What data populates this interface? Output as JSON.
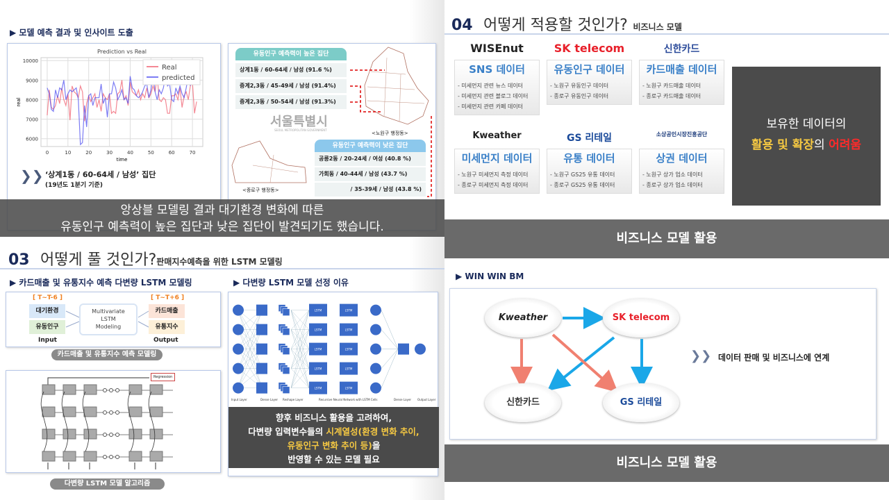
{
  "q1": {
    "subtitle": "모델 예측 결과 및 인사이트 도출",
    "insight_title": "‘상계1동 / 60-64세 / 남성’ 집단",
    "insight_sub": "(19년도 1분기 기준)",
    "map": {
      "high_title": "유동인구 예측력이 높은 집단",
      "high_rows": [
        "상계1동 / 60-64세 / 남성 (91.6 %)",
        "중계2,3동 / 45-49세 / 남성 (91.4%)",
        "중계2,3동 / 50-54세 / 남성 (91.3%)"
      ],
      "low_title": "유동인구 예측력이 낮은 집단",
      "low_rows": [
        "공릉2동 / 20-24세 / 여성 (40.8 %)",
        "가회동 / 40-44세 / 남성 (43.7 %)",
        "/ 35-39세 / 남성 (43.8 %)"
      ],
      "seoul_logo": "서울특별시",
      "seoul_logo_en": "SEOUL METROPOLITAN GOVERNMENT",
      "nowon_label": "<노원구 행정동>",
      "jongno_label": "<종로구 행정동>"
    },
    "caption_line1": "앙상블 모델링 결과 대기환경 변화에 따른",
    "caption_line2": "유동인구 예측력이 높은 집단과 낮은 집단이 발견되기도 했습니다."
  },
  "chart_data": {
    "type": "line",
    "title": "Prediction vs Real",
    "xlabel": "time",
    "ylabel": "real",
    "xlim": [
      -3,
      75
    ],
    "ylim": [
      5600,
      10150
    ],
    "xticks": [
      0,
      10,
      20,
      30,
      40,
      50,
      60,
      70
    ],
    "yticks": [
      6000,
      7000,
      8000,
      9000,
      10000
    ],
    "grid": true,
    "legend": "top-right",
    "series": [
      {
        "name": "Real",
        "color": "#f06070",
        "values": [
          7200,
          8500,
          7600,
          7500,
          7700,
          8200,
          7800,
          8600,
          8000,
          7700,
          8300,
          6950,
          8700,
          8400,
          8300,
          8100,
          8700,
          8400,
          6900,
          7800,
          8200,
          7900,
          8100,
          8300,
          7600,
          8000,
          7400,
          8300,
          8100,
          8000,
          8300,
          7300,
          7400,
          7300,
          8300,
          8400,
          9000,
          8000,
          8200,
          7700,
          8900,
          8400,
          8300,
          8200,
          8500,
          8000,
          8300,
          8100,
          8600,
          8100,
          8300,
          8700,
          8400,
          9200,
          8000,
          7900,
          8100,
          8000,
          7300,
          7300,
          8200,
          8200,
          8300,
          8000,
          8600,
          7600,
          8200,
          8400,
          8000,
          8700,
          8900,
          7300,
          7900
        ]
      },
      {
        "name": "predicted",
        "color": "#5050f0",
        "values": [
          8600,
          8300,
          7500,
          7400,
          8500,
          8100,
          8600,
          8500,
          9000,
          8000,
          8300,
          8500,
          8400,
          8500,
          8600,
          8000,
          5700,
          5800,
          7700,
          6600,
          8200,
          8300,
          7700,
          8100,
          8100,
          8100,
          8800,
          7800,
          8100,
          7100,
          8300,
          8300,
          8900,
          8600,
          8000,
          8200,
          8500,
          8000,
          8100,
          7800,
          9200,
          8600,
          8500,
          8200,
          8100,
          8200,
          8400,
          8700,
          8800,
          8100,
          8500,
          9400,
          8400,
          8000,
          8500,
          8300,
          8600,
          9200,
          8700,
          8800,
          8000,
          7900,
          8600,
          8300,
          8700,
          8300,
          8100,
          8600,
          9200,
          8700
        ]
      }
    ]
  },
  "q3": {
    "section_num": "03",
    "section_title": "어떻게 풀 것인가?",
    "section_sub": "판매지수예측을 위한 LSTM 모델링",
    "left_subtitle": "카드매출 및 유통지수 예측 다변량 LSTM 모델링",
    "in_range": "[ T~T-6 ]",
    "out_range": "[ T~T+6 ]",
    "inputs": [
      "대기환경",
      "유동인구"
    ],
    "outputs": [
      "카드매출",
      "유통지수"
    ],
    "model": [
      "Multivariate",
      "LSTM",
      "Modeling"
    ],
    "input_label": "Input",
    "output_label": "Output",
    "pill1": "카드매출 및 유통지수 예측 모델링",
    "regression": "Regression",
    "pill2": "다변량 LSTM 모델 알고리즘",
    "right_subtitle": "다변량 LSTM 모델 선정 이유",
    "nn_layers": [
      "Input Layer",
      "Dense Layer",
      "Reshape Layer",
      "Recursive Neural Network with LSTM Cells",
      "Dense Layer",
      "Output Layer"
    ],
    "nn_cell": "LSTM",
    "reason_l1": "향후 비즈니스 활용을 고려하여,",
    "reason_l2a": "다변량 입력변수들의 ",
    "reason_l2b": "시계열성(환경 변화 추이,",
    "reason_l3a": "유동인구 변화 추이 등)",
    "reason_l3b": "을",
    "reason_l4": "반영할 수 있는 모델 필요"
  },
  "q2": {
    "section_num": "04",
    "section_title": "어떻게 적용할 것인가?",
    "section_sub": "비즈니스 모델",
    "cards": [
      {
        "logo": "WISEnut",
        "title": "SNS 데이터",
        "items": [
          "- 미세먼지 관련 뉴스 데이터",
          "- 미세먼지 관련 블로그 데이터",
          "- 미세먼지 관련 카페 데이터"
        ]
      },
      {
        "logo": "SK telecom",
        "title": "유동인구 데이터",
        "items": [
          "- 노원구 유동인구 데이터",
          "- 종로구 유동인구 데이터"
        ]
      },
      {
        "logo": "신한카드",
        "title": "카드매출 데이터",
        "items": [
          "- 노원구 카드매출 데이터",
          "- 종로구 카드매출 데이터"
        ]
      },
      {
        "logo": "Kweather",
        "title": "미세먼지 데이터",
        "items": [
          "- 노원구 미세먼지 측정 데이터",
          "- 종로구 미세먼지 측정 데이터"
        ]
      },
      {
        "logo": "GS 리테일",
        "title": "유통 데이터",
        "items": [
          "- 노원구 GS25 유통 데이터",
          "- 종로구 GS25 유통 데이터"
        ]
      },
      {
        "logo": "소상공인시장진흥공단",
        "title": "상권 데이터",
        "items": [
          "- 노원구 상가 업소 데이터",
          "- 종로구 상가 업소 데이터"
        ]
      }
    ],
    "overlay_l1": "보유한 데이터의",
    "overlay_a": "활용 및 확장",
    "overlay_b": "의 ",
    "overlay_c": "어려움",
    "band1": "비즈니스 모델 활용",
    "winwin_title": "WIN WIN BM",
    "nodes": [
      "Kweather",
      "SK telecom",
      "신한카드",
      "GS 리테일"
    ],
    "link_text": "데이터 판매 및 비즈니스에 연계",
    "band2": "비즈니스 모델 활용"
  },
  "colors": {
    "navy": "#1a2a5a",
    "highlight": "#f5c842",
    "red": "#ff2a2a",
    "blue_arrow": "#1aa7e8",
    "red_arrow": "#f08070"
  }
}
